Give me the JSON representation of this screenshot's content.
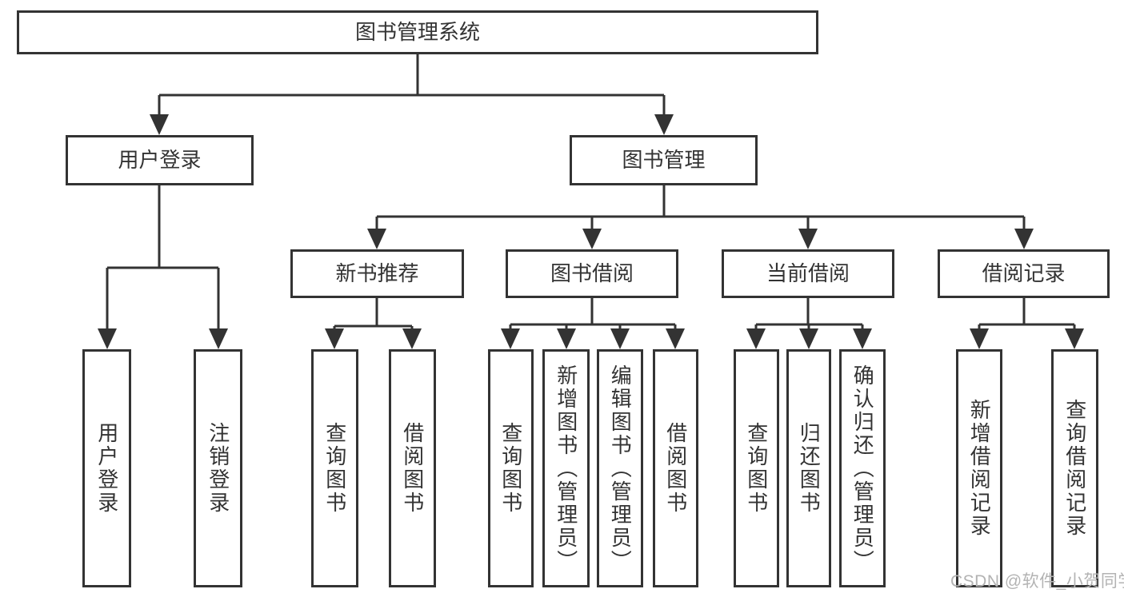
{
  "diagram_type": "hierarchy-tree",
  "tree": {
    "label": "图书管理系统",
    "children": [
      {
        "label": "用户登录",
        "children": [
          {
            "label": "用户登录"
          },
          {
            "label": "注销登录"
          }
        ]
      },
      {
        "label": "图书管理",
        "children": [
          {
            "label": "新书推荐",
            "children": [
              {
                "label": "查询图书"
              },
              {
                "label": "借阅图书"
              }
            ]
          },
          {
            "label": "图书借阅",
            "children": [
              {
                "label": "查询图书"
              },
              {
                "label": "新增图书（管理员）"
              },
              {
                "label": "编辑图书（管理员）"
              },
              {
                "label": "借阅图书"
              }
            ]
          },
          {
            "label": "当前借阅",
            "children": [
              {
                "label": "查询图书"
              },
              {
                "label": "归还图书"
              },
              {
                "label": "确认归还（管理员）"
              }
            ]
          },
          {
            "label": "借阅记录",
            "children": [
              {
                "label": "新增借阅记录"
              },
              {
                "label": "查询借阅记录"
              }
            ]
          }
        ]
      }
    ]
  },
  "watermark": {
    "text": "CSDN @软件_小贺同学",
    "color": "#b3b3b3"
  },
  "colors": {
    "line": "#333333",
    "box_border": "#333333",
    "box_fill": "#ffffff",
    "text": "#333333",
    "background": "#ffffff"
  }
}
